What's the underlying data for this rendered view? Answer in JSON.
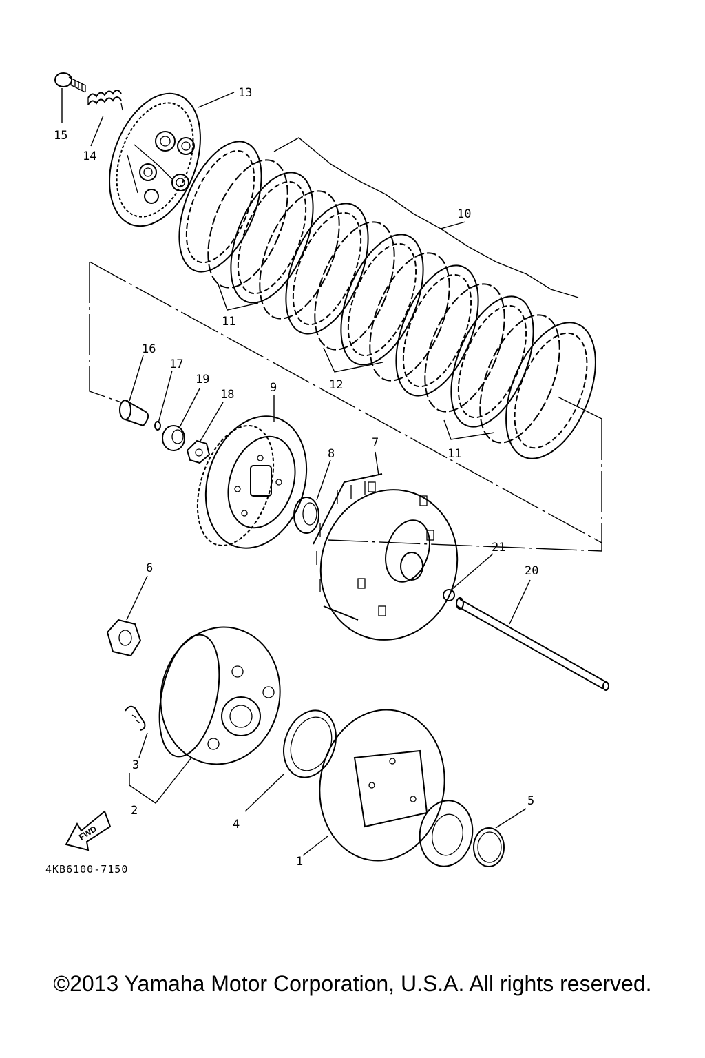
{
  "diagram": {
    "part_code": "4KB6100-7150",
    "direction_label": "FWD",
    "callouts": {
      "c1": "1",
      "c2": "2",
      "c3": "3",
      "c4": "4",
      "c5": "5",
      "c6": "6",
      "c7": "7",
      "c8": "8",
      "c9": "9",
      "c10": "10",
      "c11a": "11",
      "c11b": "11",
      "c12": "12",
      "c13": "13",
      "c14": "14",
      "c15": "15",
      "c16": "16",
      "c17": "17",
      "c18": "18",
      "c19": "19",
      "c20": "20",
      "c21": "21"
    }
  },
  "footer": {
    "copyright": "©2013 Yamaha Motor Corporation, U.S.A. All rights reserved."
  }
}
